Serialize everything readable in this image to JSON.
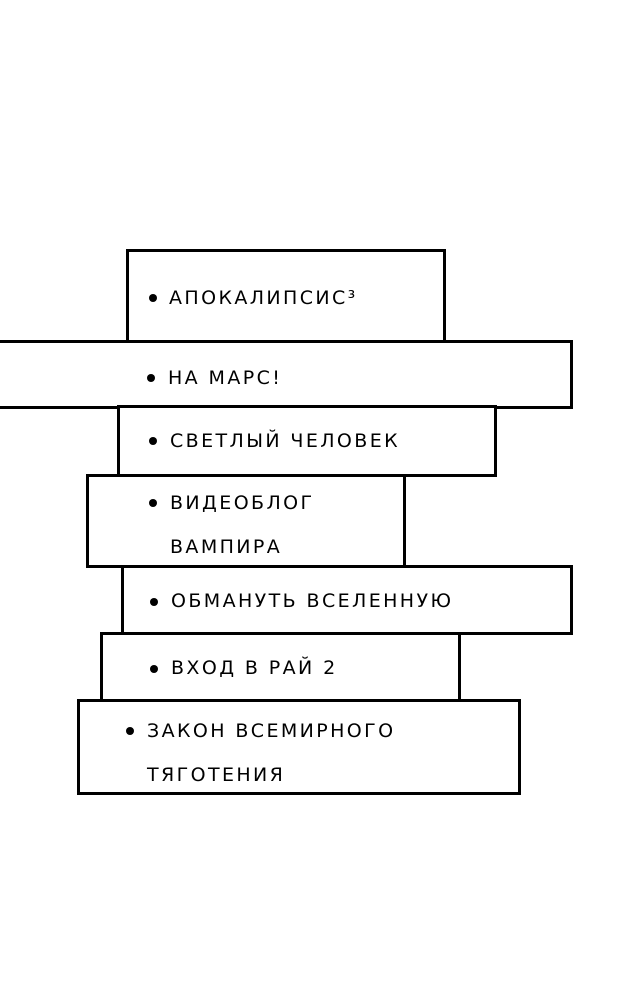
{
  "items": [
    {
      "label": "АПОКАЛИПСИС³"
    },
    {
      "label": "НА МАРС!"
    },
    {
      "label": "СВЕТЛЫЙ ЧЕЛОВЕК"
    },
    {
      "label": "ВИДЕОБЛОГ ВАМПИРА"
    },
    {
      "label": "ОБМАНУТЬ ВСЕЛЕННУЮ"
    },
    {
      "label": "ВХОД В РАЙ 2"
    },
    {
      "label": "ЗАКОН ВСЕМИРНОГО ТЯГОТЕНИЯ"
    }
  ],
  "colors": {
    "background": "#ffffff",
    "ink": "#000000"
  }
}
